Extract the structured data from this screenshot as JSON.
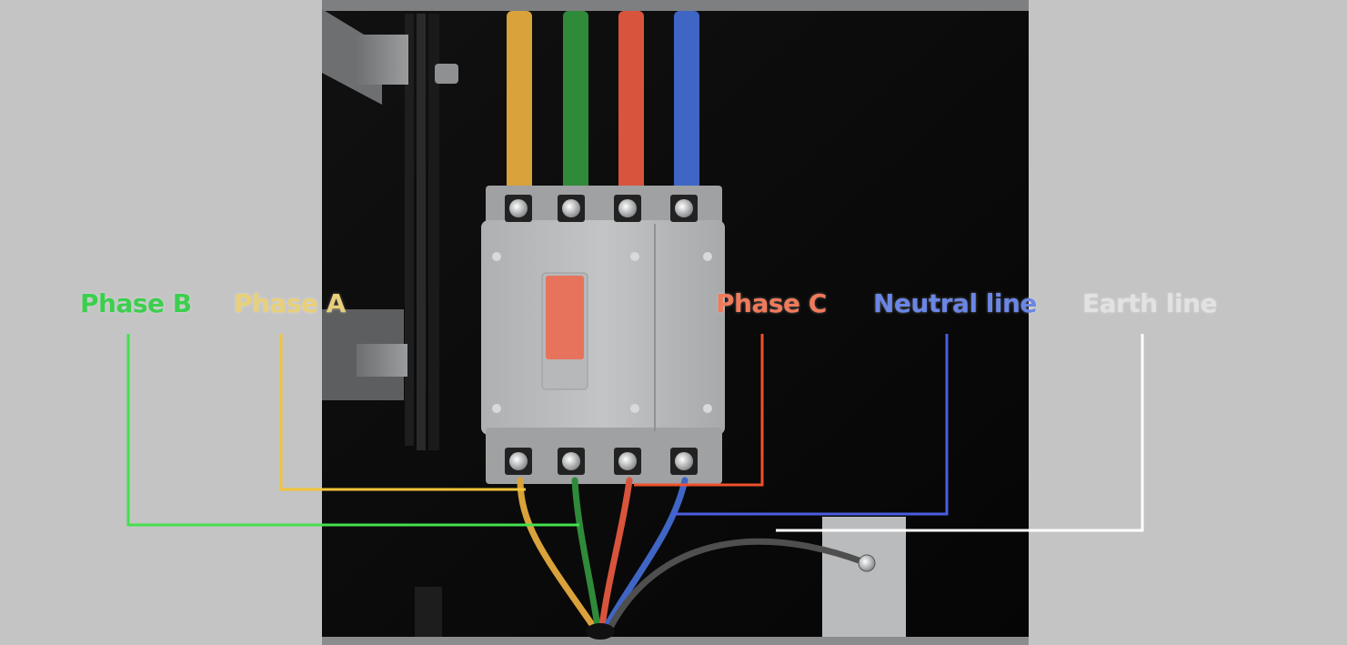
{
  "labels": {
    "phase_b": {
      "text": "Phase B",
      "color": "#3ccf4e"
    },
    "phase_a": {
      "text": "Phase A",
      "color": "#e8cf7a"
    },
    "phase_c": {
      "text": "Phase C",
      "color": "#f07a5a"
    },
    "neutral": {
      "text": "Neutral line",
      "color": "#6a86e6"
    },
    "earth": {
      "text": "Earth line",
      "color": "#e2e2e2"
    }
  },
  "wire_colors": {
    "phase_a": "#d9a23a",
    "phase_b": "#2f8a3a",
    "phase_c": "#d9543c",
    "neutral": "#3f66c4",
    "earth": "#555555"
  },
  "leader_colors": {
    "phase_b": "#44e04e",
    "phase_a": "#f2c43a",
    "phase_c": "#f0502c",
    "neutral": "#4a5ee0",
    "earth": "#ffffff"
  }
}
